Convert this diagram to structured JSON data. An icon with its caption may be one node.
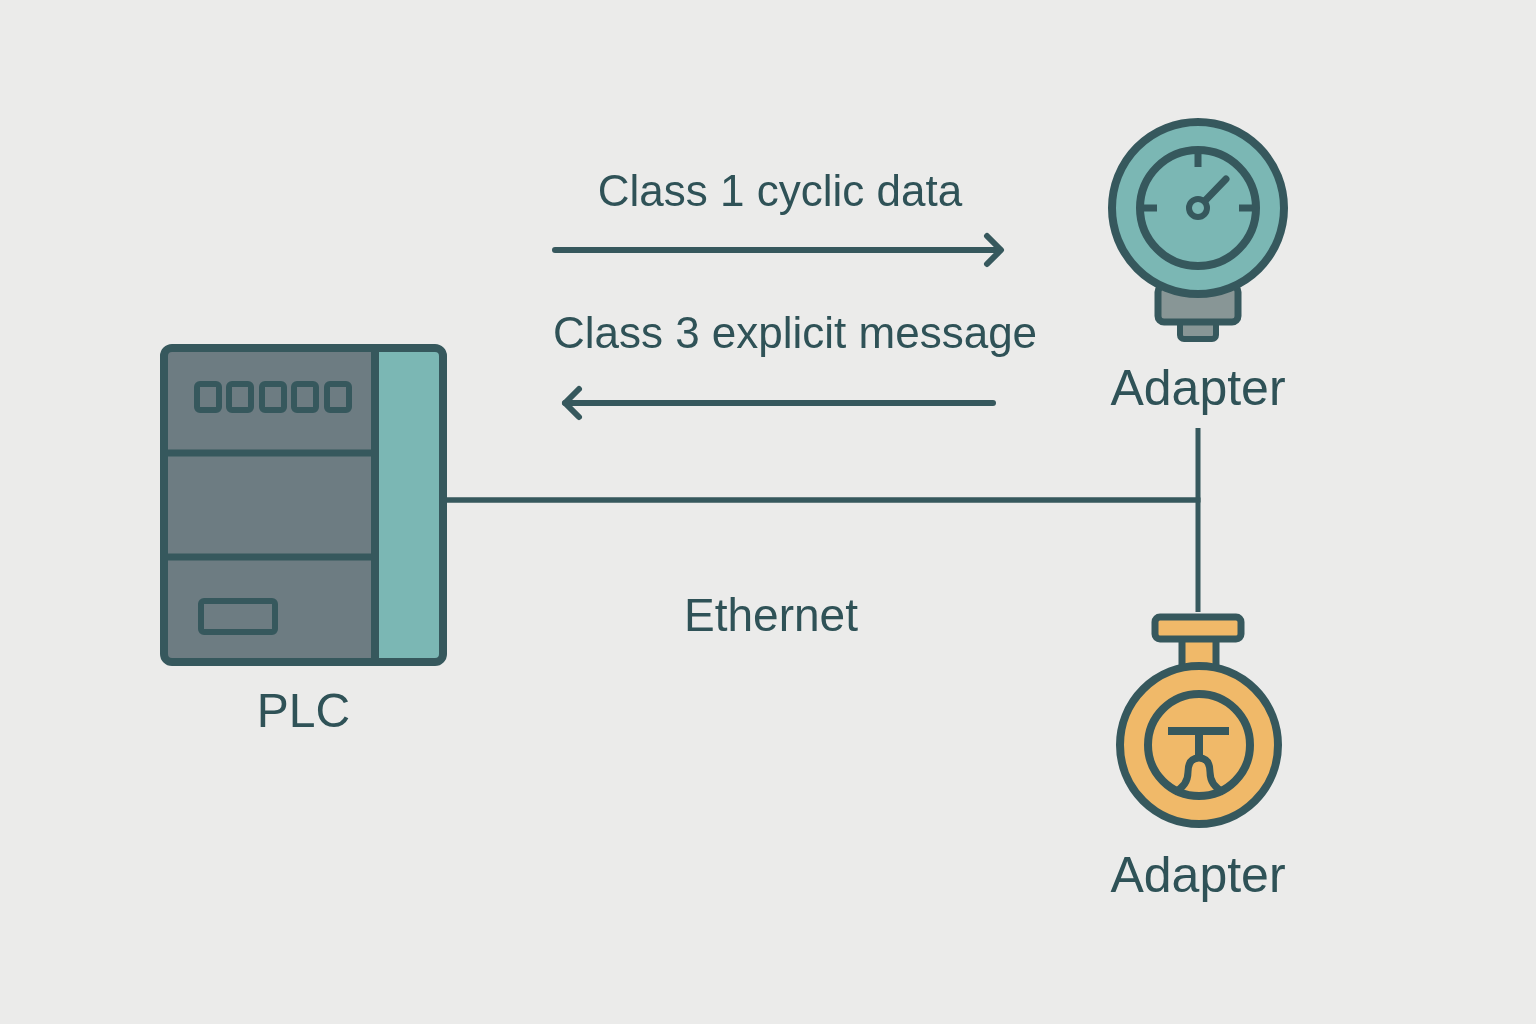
{
  "diagram": {
    "nodes": [
      {
        "text": [
          "PLC"
        ]
      },
      {
        "text": [
          "Adapter"
        ]
      },
      {
        "text": [
          "Adapter"
        ]
      }
    ],
    "edges": [
      {
        "from": 0,
        "to": 1,
        "arrow": "none"
      },
      {
        "from": 0,
        "to": 2,
        "arrow": "none"
      }
    ],
    "labels": [
      "Class 1 cyclic data",
      "Class 3 explicit message",
      "Ethernet"
    ]
  }
}
